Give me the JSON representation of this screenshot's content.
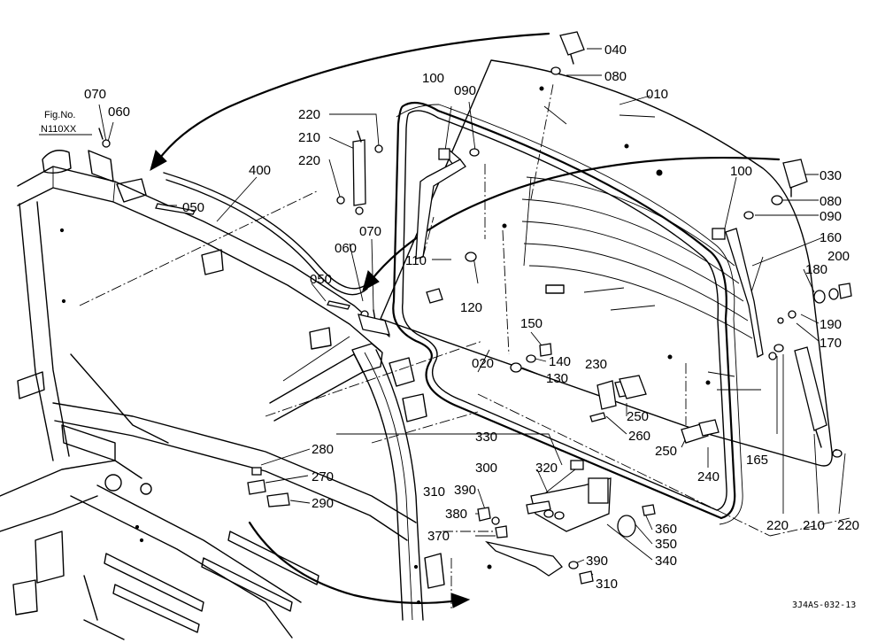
{
  "figure_ref": {
    "line1": "Fig.No.",
    "line2": "N110XX"
  },
  "drawing_code": "3J4AS-032-13",
  "callouts": {
    "c040": "040",
    "c080a": "080",
    "c010": "010",
    "c030": "030",
    "c080b": "080",
    "c090a": "090",
    "c160": "160",
    "c200": "200",
    "c180": "180",
    "c190": "190",
    "c170": "170",
    "c100a": "100",
    "c090b": "090",
    "c100b": "100",
    "c070a": "070",
    "c060a": "060",
    "c220a": "220",
    "c210a": "210",
    "c220b": "220",
    "c400": "400",
    "c050a": "050",
    "c070b": "070",
    "c060b": "060",
    "c050b": "050",
    "c110": "110",
    "c120": "120",
    "c150": "150",
    "c140": "140",
    "c130": "130",
    "c020": "020",
    "c230": "230",
    "c250a": "250",
    "c260": "260",
    "c250b": "250",
    "c240": "240",
    "c165": "165",
    "c220c": "220",
    "c210b": "210",
    "c220d": "220",
    "c280": "280",
    "c270": "270",
    "c290": "290",
    "c330": "330",
    "c300": "300",
    "c320": "320",
    "c310a": "310",
    "c390a": "390",
    "c380": "380",
    "c370": "370",
    "c360": "360",
    "c350": "350",
    "c340": "340",
    "c390b": "390",
    "c310b": "310"
  }
}
